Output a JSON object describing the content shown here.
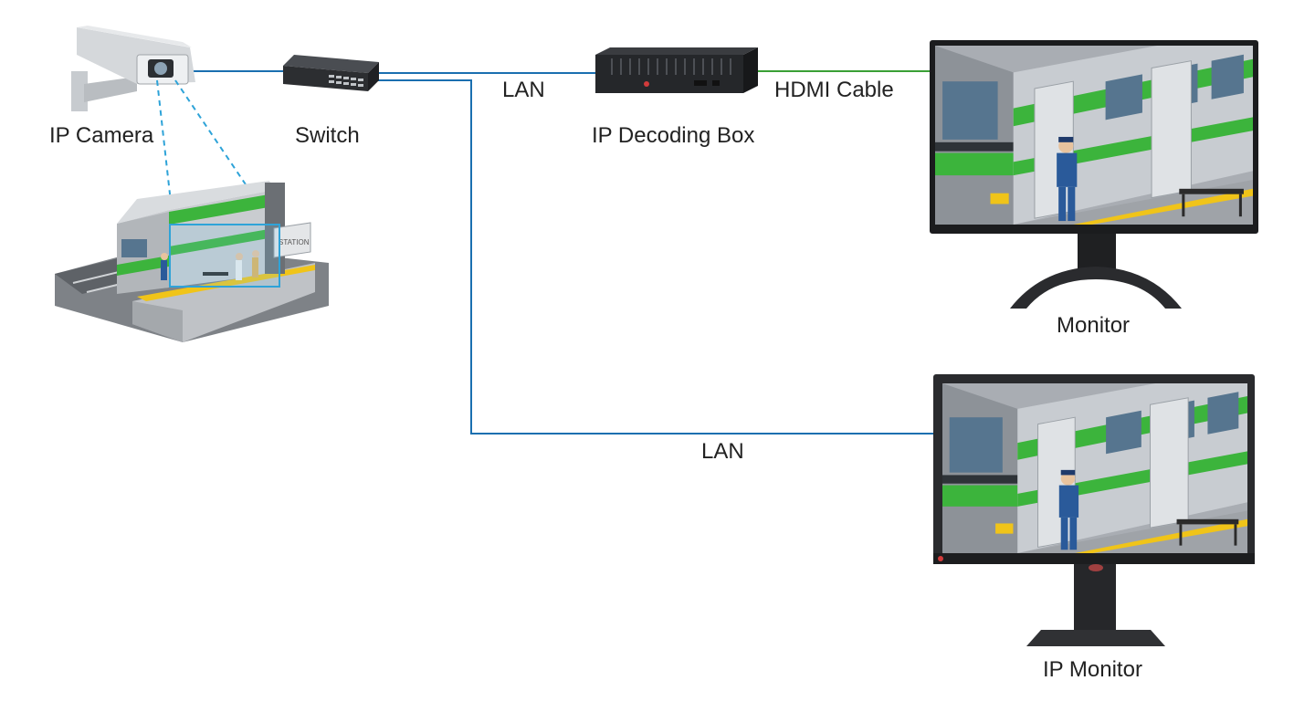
{
  "labels": {
    "ip_camera": "IP Camera",
    "switch": "Switch",
    "ip_decoding_box": "IP Decoding Box",
    "monitor": "Monitor",
    "ip_monitor": "IP Monitor",
    "lan_top": "LAN",
    "lan_bottom": "LAN",
    "hdmi_cable": "HDMI Cable",
    "station_sign": "STATION"
  },
  "colors": {
    "lan_line": "#1a6fb0",
    "hdmi_line": "#3aa035",
    "camera_view": "#2ea3d8",
    "train_green": "#3cb43c",
    "platform_yellow": "#f0c419"
  },
  "icons": {
    "camera": "cctv-camera-icon",
    "switch": "network-switch-icon",
    "decoder": "decoder-box-icon",
    "monitor": "monitor-icon"
  }
}
